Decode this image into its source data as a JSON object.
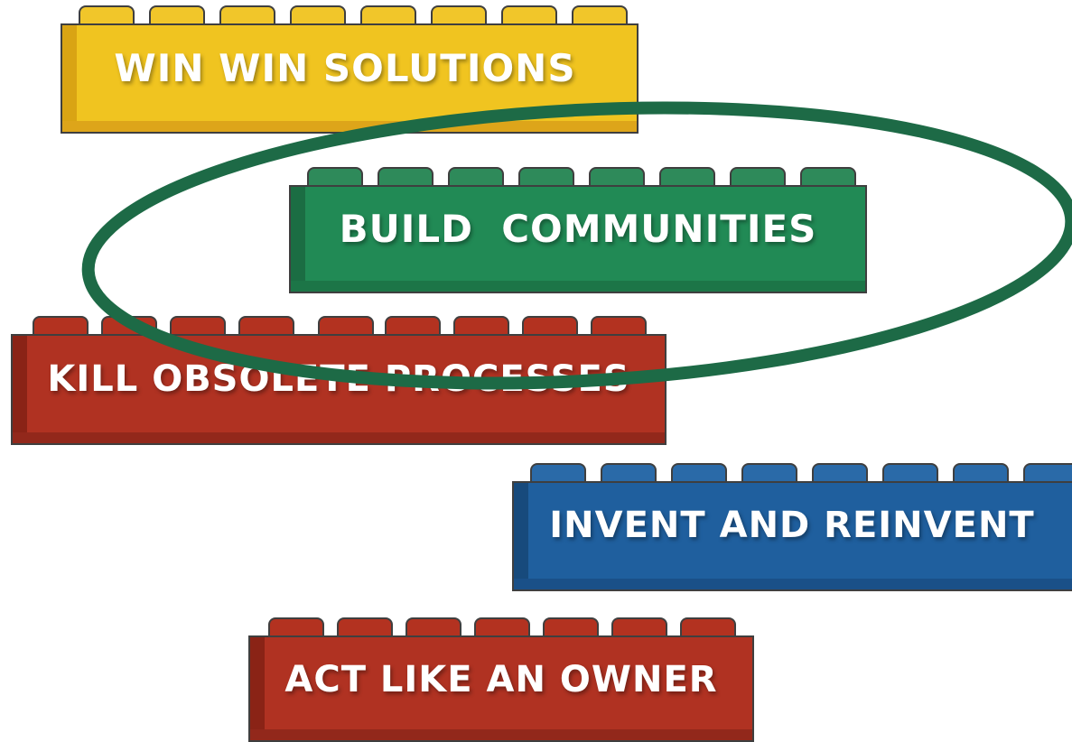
{
  "bricks": {
    "win": {
      "label": "WIN WIN SOLUTIONS",
      "color": "#f0c420",
      "studs": 8
    },
    "build": {
      "label": "BUILD  COMMUNITIES",
      "color": "#218a55",
      "studs": 8
    },
    "kill": {
      "label": "KILL OBSOLETE PROCESSES",
      "color": "#b03222",
      "studs": 9
    },
    "invent": {
      "label": "INVENT AND REINVENT",
      "color": "#1f5f9e",
      "studs": 8
    },
    "act": {
      "label": "ACT LIKE AN OWNER",
      "color": "#b03222",
      "studs": 7
    }
  },
  "highlight": {
    "target": "build",
    "color": "#1d6a46"
  }
}
